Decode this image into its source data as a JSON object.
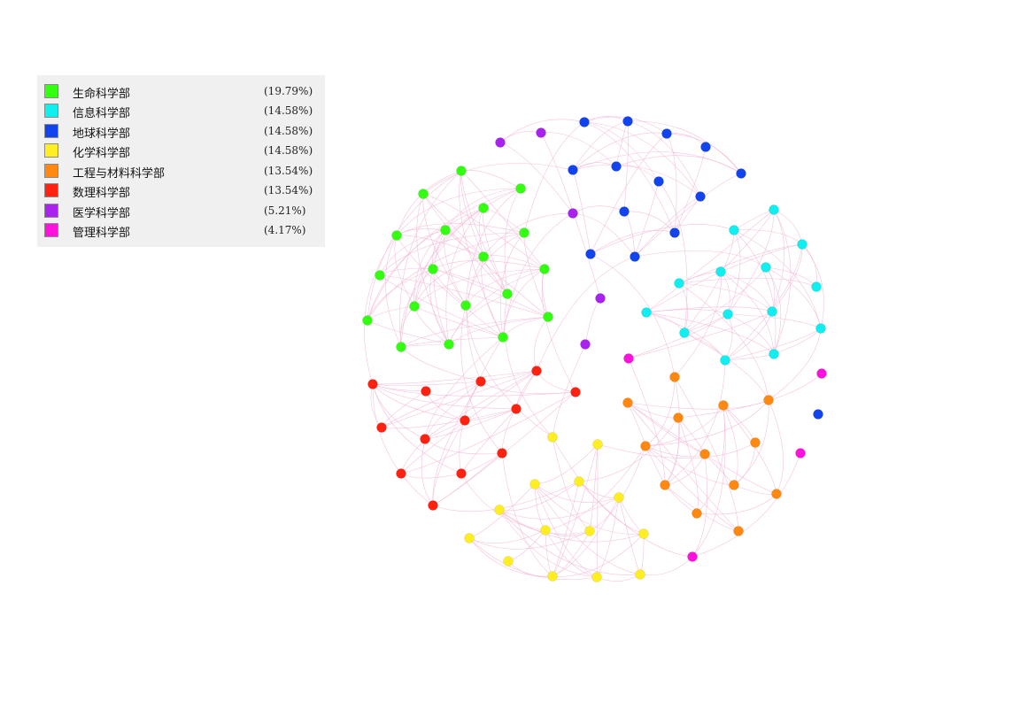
{
  "legend": {
    "items": [
      {
        "label": "生命科学部",
        "percent": "(19.79%)",
        "color": "#33ff11"
      },
      {
        "label": "信息科学部",
        "percent": "(14.58%)",
        "color": "#11eef0"
      },
      {
        "label": "地球科学部",
        "percent": "(14.58%)",
        "color": "#1144ee"
      },
      {
        "label": "化学科学部",
        "percent": "(14.58%)",
        "color": "#ffee22"
      },
      {
        "label": "工程与材料科学部",
        "percent": "(13.54%)",
        "color": "#ff8811"
      },
      {
        "label": "数理科学部",
        "percent": "(13.54%)",
        "color": "#ff2211"
      },
      {
        "label": "医学科学部",
        "percent": "(5.21%)",
        "color": "#aa22ee"
      },
      {
        "label": "管理科学部",
        "percent": "(4.17%)",
        "color": "#ff11dd"
      }
    ]
  },
  "network": {
    "edge_color": "#f2b8d8",
    "node_count": 96
  }
}
